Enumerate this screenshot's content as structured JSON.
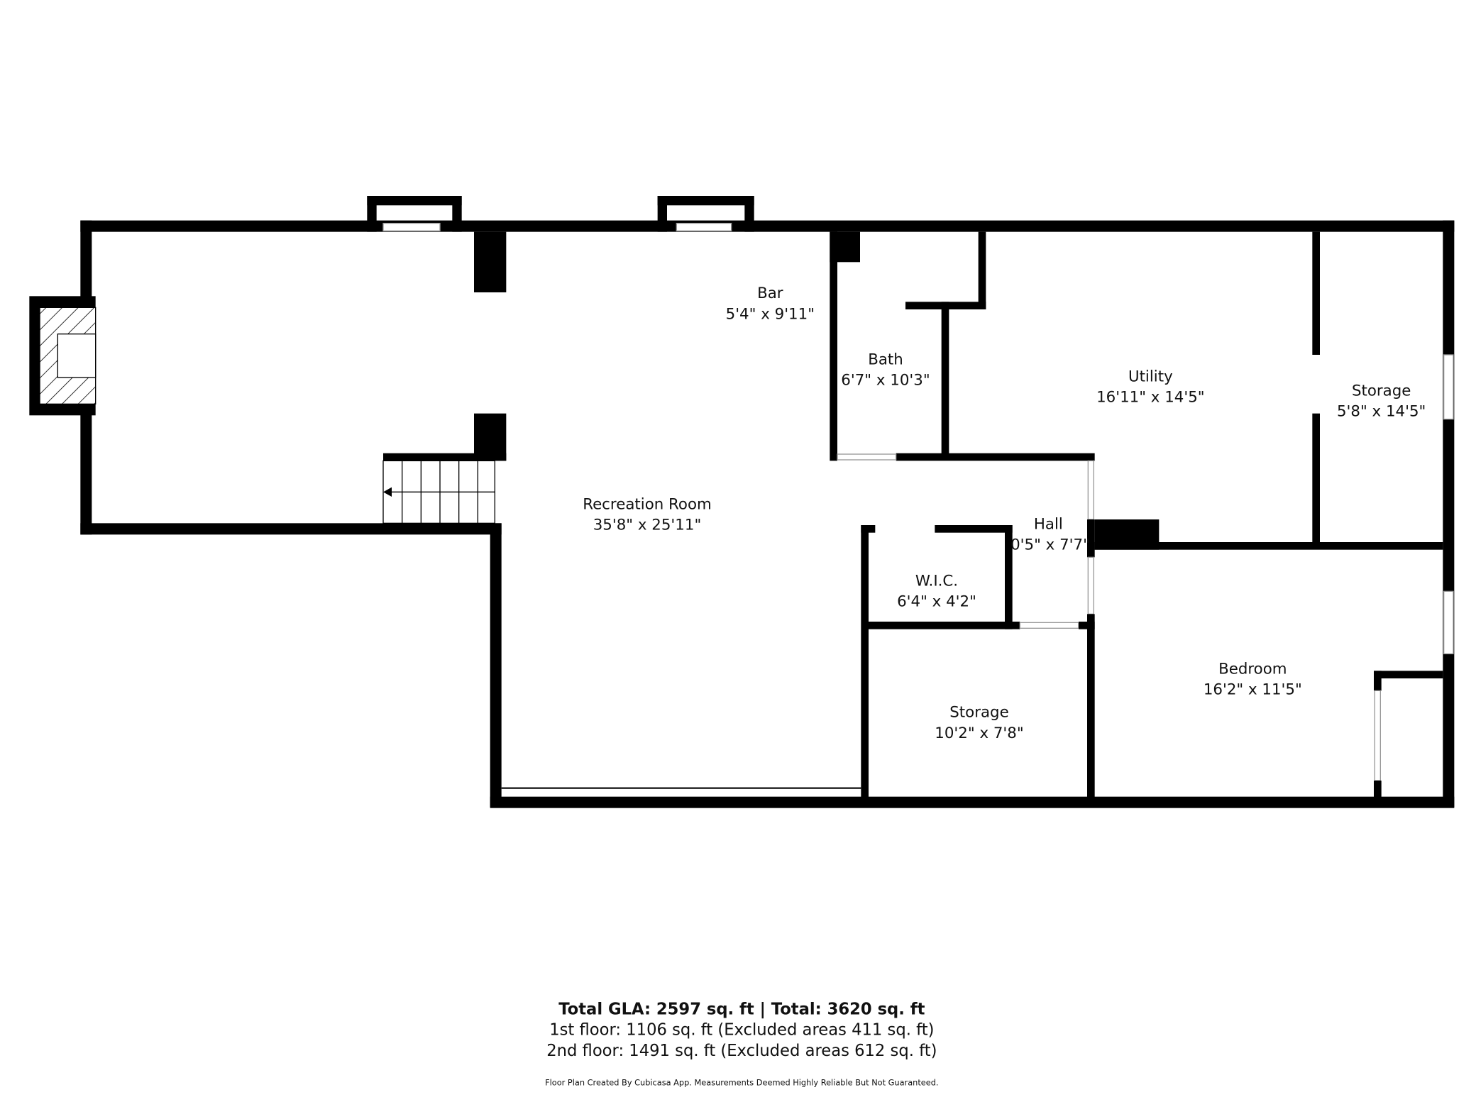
{
  "rooms": {
    "bar": {
      "name": "Bar",
      "dims": "5'4\" x 9'11\""
    },
    "bath": {
      "name": "Bath",
      "dims": "6'7\" x 10'3\""
    },
    "utility": {
      "name": "Utility",
      "dims": "16'11\" x 14'5\""
    },
    "storage_east": {
      "name": "Storage",
      "dims": "5'8\" x 14'5\""
    },
    "recreation": {
      "name": "Recreation Room",
      "dims": "35'8\" x 25'11\""
    },
    "hall": {
      "name": "Hall",
      "dims": "0'5\" x 7'7\""
    },
    "wic": {
      "name": "W.I.C.",
      "dims": "6'4\" x 4'2\""
    },
    "storage_south": {
      "name": "Storage",
      "dims": "10'2\" x 7'8\""
    },
    "bedroom": {
      "name": "Bedroom",
      "dims": "16'2\" x 11'5\""
    }
  },
  "summary": {
    "total": "Total GLA: 2597 sq. ft | Total: 3620 sq. ft",
    "floor1": "1st floor: 1106 sq. ft (Excluded areas 411 sq. ft)",
    "floor2": "2nd floor: 1491 sq. ft (Excluded areas 612 sq. ft)",
    "disclaimer": "Floor Plan Created By Cubicasa App. Measurements Deemed Highly Reliable But Not Guaranteed."
  },
  "colors": {
    "wall": "#000000",
    "background": "#ffffff"
  }
}
